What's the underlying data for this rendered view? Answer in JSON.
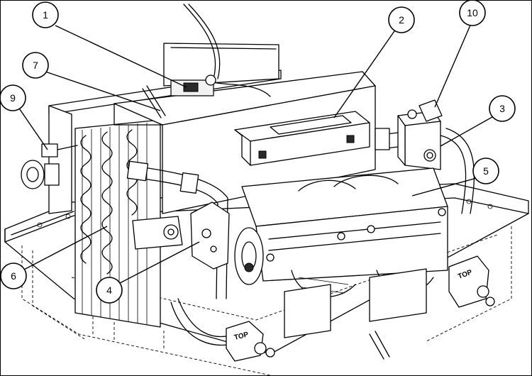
{
  "figure": {
    "callouts": [
      {
        "id": "1",
        "label": "1"
      },
      {
        "id": "2",
        "label": "2"
      },
      {
        "id": "3",
        "label": "3"
      },
      {
        "id": "4",
        "label": "4"
      },
      {
        "id": "5",
        "label": "5"
      },
      {
        "id": "6",
        "label": "6"
      },
      {
        "id": "7",
        "label": "7"
      },
      {
        "id": "9",
        "label": "9"
      },
      {
        "id": "10",
        "label": "10"
      }
    ],
    "stamps": {
      "top_left": "TOP",
      "top_right": "TOP"
    }
  }
}
